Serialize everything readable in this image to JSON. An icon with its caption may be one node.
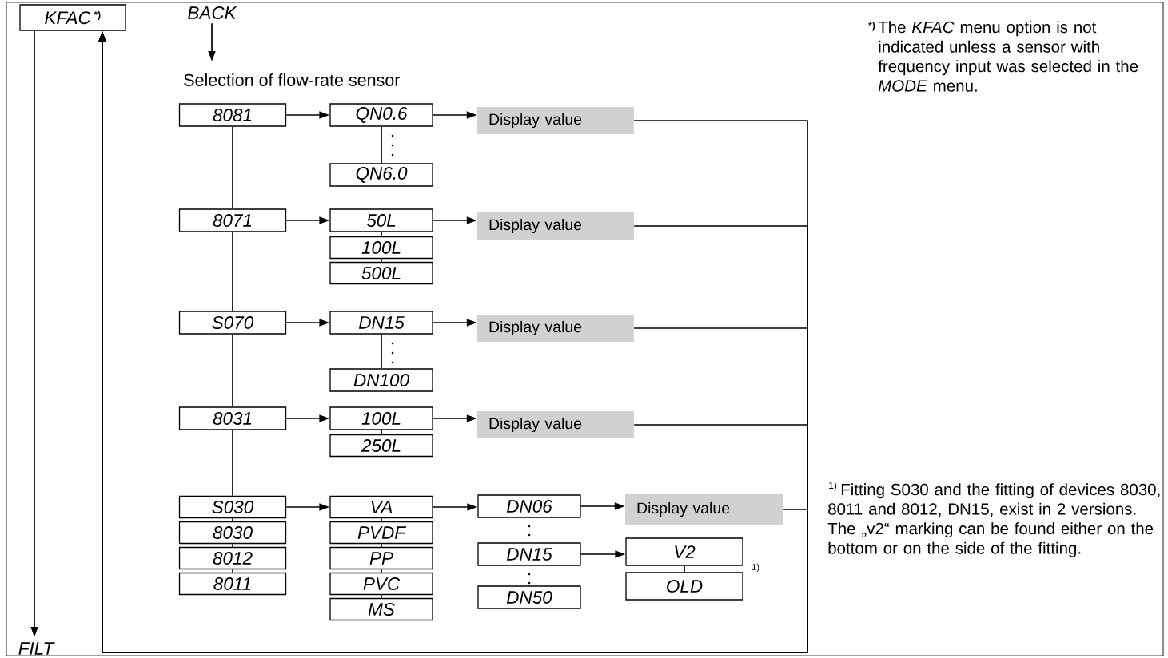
{
  "diagram": {
    "nodes": [
      {
        "text": [
          "KFAC",
          "*)"
        ]
      },
      {
        "text": [
          "BACK"
        ]
      },
      {
        "text": [
          "Selection of flow-rate sensor"
        ]
      },
      {
        "text": [
          "FILT"
        ]
      },
      {
        "text": [
          "8081"
        ]
      },
      {
        "text": [
          "QN0.6"
        ]
      },
      {
        "text": [
          "Display value"
        ]
      },
      {
        "text": [
          "QN6.0"
        ]
      },
      {
        "text": [
          "8071"
        ]
      },
      {
        "text": [
          "50L"
        ]
      },
      {
        "text": [
          "Display value"
        ]
      },
      {
        "text": [
          "100L"
        ]
      },
      {
        "text": [
          "500L"
        ]
      },
      {
        "text": [
          "S070"
        ]
      },
      {
        "text": [
          "DN15"
        ]
      },
      {
        "text": [
          "Display value"
        ]
      },
      {
        "text": [
          "DN100"
        ]
      },
      {
        "text": [
          "8031"
        ]
      },
      {
        "text": [
          "100L"
        ]
      },
      {
        "text": [
          "Display value"
        ]
      },
      {
        "text": [
          "250L"
        ]
      },
      {
        "text": [
          "S030"
        ]
      },
      {
        "text": [
          "VA"
        ]
      },
      {
        "text": [
          "DN06"
        ]
      },
      {
        "text": [
          "Display value"
        ]
      },
      {
        "text": [
          "8030"
        ]
      },
      {
        "text": [
          "PVDF"
        ]
      },
      {
        "text": [
          "DN15"
        ]
      },
      {
        "text": [
          "V2"
        ]
      },
      {
        "text": [
          "8012"
        ]
      },
      {
        "text": [
          "PP"
        ]
      },
      {
        "text": [
          "OLD"
        ]
      },
      {
        "text": [
          "8011"
        ]
      },
      {
        "text": [
          "PVC"
        ]
      },
      {
        "text": [
          "DN50"
        ]
      },
      {
        "text": [
          "MS"
        ]
      }
    ],
    "edges": [
      {
        "from": 1,
        "to": 2,
        "arrow": "to"
      },
      {
        "from": 0,
        "to": 3,
        "arrow": "to"
      },
      {
        "from": 4,
        "to": 5,
        "arrow": "to"
      },
      {
        "from": 5,
        "to": 6,
        "arrow": "to"
      },
      {
        "from": 5,
        "to": 7,
        "arrow": "none"
      },
      {
        "from": 4,
        "to": 8,
        "arrow": "none"
      },
      {
        "from": 8,
        "to": 9,
        "arrow": "to"
      },
      {
        "from": 9,
        "to": 10,
        "arrow": "to"
      },
      {
        "from": 9,
        "to": 11,
        "arrow": "none"
      },
      {
        "from": 11,
        "to": 12,
        "arrow": "none"
      },
      {
        "from": 8,
        "to": 13,
        "arrow": "none"
      },
      {
        "from": 13,
        "to": 14,
        "arrow": "to"
      },
      {
        "from": 14,
        "to": 15,
        "arrow": "to"
      },
      {
        "from": 14,
        "to": 16,
        "arrow": "none"
      },
      {
        "from": 13,
        "to": 17,
        "arrow": "none"
      },
      {
        "from": 17,
        "to": 18,
        "arrow": "to"
      },
      {
        "from": 18,
        "to": 19,
        "arrow": "to"
      },
      {
        "from": 18,
        "to": 20,
        "arrow": "none"
      },
      {
        "from": 17,
        "to": 21,
        "arrow": "none"
      },
      {
        "from": 21,
        "to": 22,
        "arrow": "to"
      },
      {
        "from": 22,
        "to": 23,
        "arrow": "to"
      },
      {
        "from": 23,
        "to": 24,
        "arrow": "to"
      },
      {
        "from": 27,
        "to": 28,
        "arrow": "to"
      },
      {
        "from": 28,
        "to": 31,
        "arrow": "none"
      },
      {
        "from": 21,
        "to": 25,
        "arrow": "none"
      },
      {
        "from": 25,
        "to": 29,
        "arrow": "none"
      },
      {
        "from": 29,
        "to": 32,
        "arrow": "none"
      },
      {
        "from": 22,
        "to": 26,
        "arrow": "none"
      },
      {
        "from": 26,
        "to": 30,
        "arrow": "none"
      },
      {
        "from": 30,
        "to": 33,
        "arrow": "none"
      },
      {
        "from": 33,
        "to": 35,
        "arrow": "none"
      },
      {
        "from": 6,
        "to": 0,
        "arrow": "to"
      },
      {
        "from": 10,
        "to": 0,
        "arrow": "to"
      },
      {
        "from": 15,
        "to": 0,
        "arrow": "to"
      },
      {
        "from": 19,
        "to": 0,
        "arrow": "to"
      },
      {
        "from": 24,
        "to": 0,
        "arrow": "to"
      }
    ],
    "labels": [
      "*)",
      "The *KFAC* menu option is not indicated unless a sensor with frequency input was selected in the *MODE* menu.",
      "1)",
      "1)",
      "Fitting S030 and the fitting of devices 8030, 8011 and 8012, DN15, exist in 2 versions. The „v2“ marking can be found either on the bottom or on the side of the fitting."
    ]
  }
}
